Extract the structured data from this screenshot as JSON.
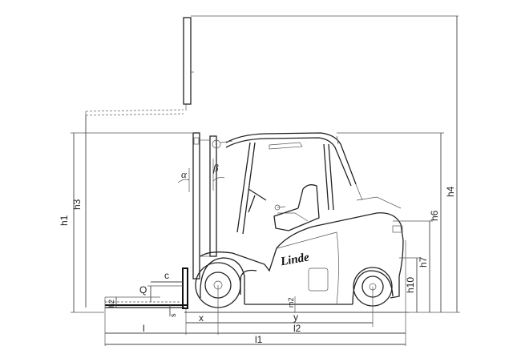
{
  "brand": "Linde",
  "labels": {
    "h1": "h1",
    "h2": "h2",
    "h3": "h3",
    "h4": "h4",
    "h6": "h6",
    "h7": "h7",
    "h10": "h10",
    "alpha": "α",
    "beta": "β",
    "Q": "Q",
    "c": "c",
    "s": "s",
    "x": "x",
    "y": "y",
    "l": "l",
    "l1": "l1",
    "l2": "l2",
    "m2": "m2"
  }
}
